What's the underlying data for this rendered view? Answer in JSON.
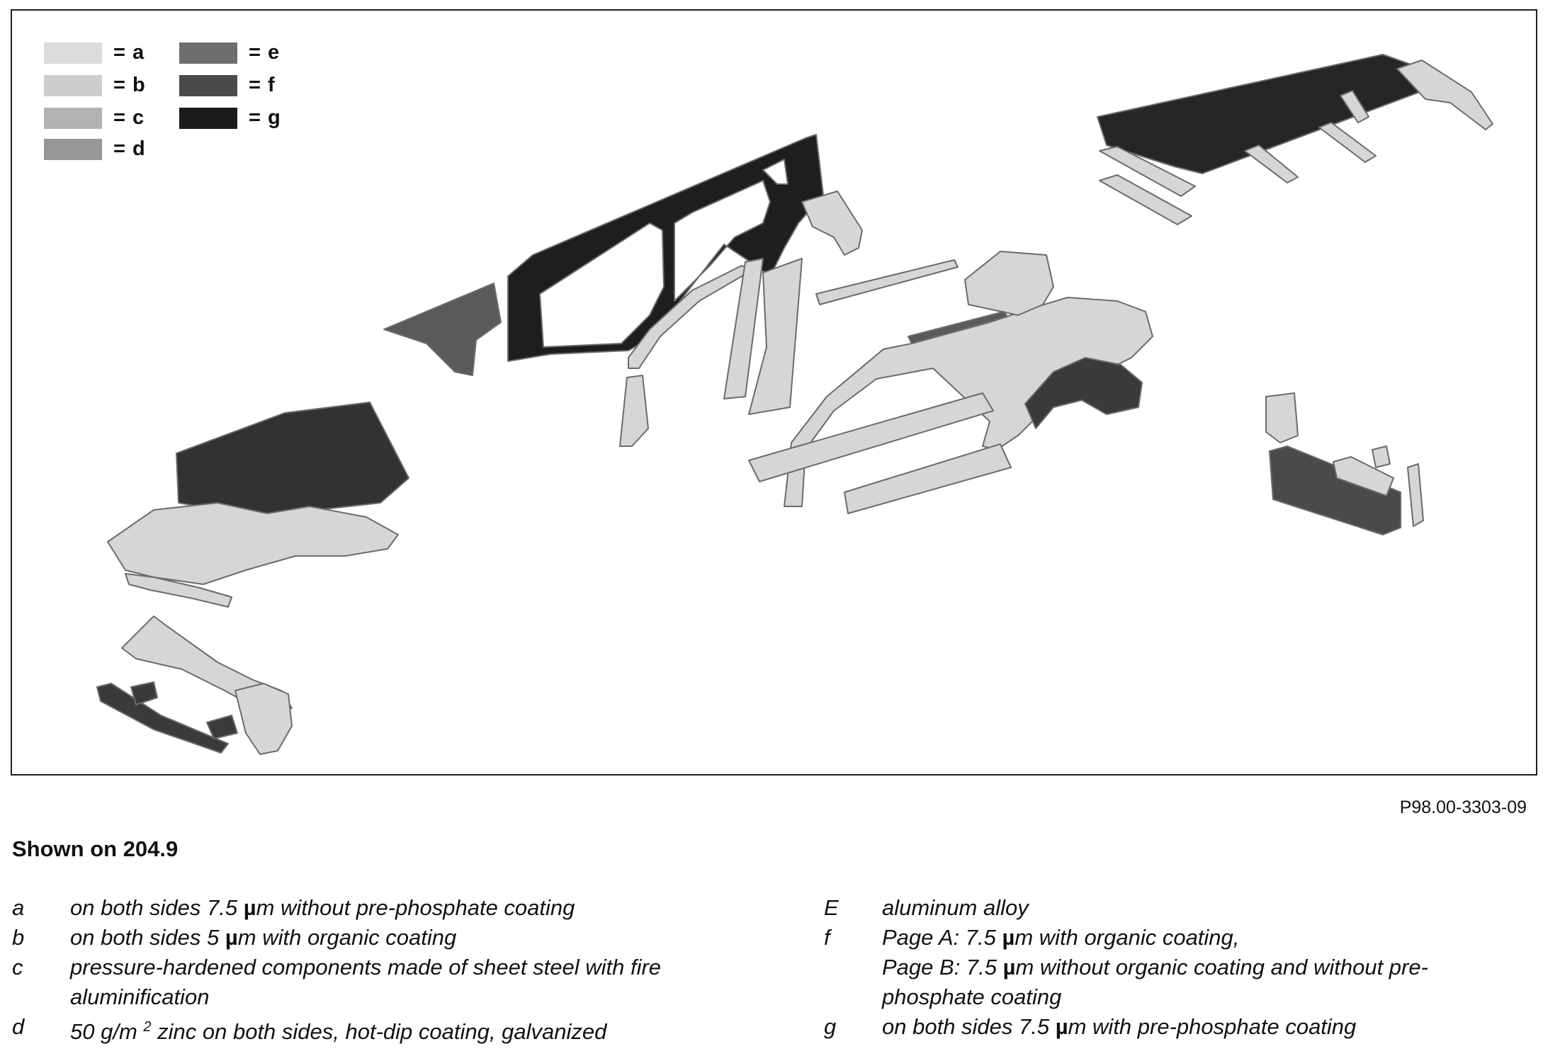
{
  "legend": [
    {
      "swatch": "#dcdcdc",
      "label": "= a"
    },
    {
      "swatch": "#cdcdcd",
      "label": "= b"
    },
    {
      "swatch": "#b3b3b3",
      "label": "= c"
    },
    {
      "swatch": "#989898",
      "label": "= d"
    },
    {
      "swatch": "#6e6e6e",
      "label": "= e"
    },
    {
      "swatch": "#4a4a4a",
      "label": "= f"
    },
    {
      "swatch": "#1c1c1c",
      "label": "= g"
    }
  ],
  "reference": "P98.00-3303-09",
  "caption": "Shown on 204.9",
  "keys_left": [
    {
      "key": "a",
      "line1_pre": "on both sides 7.5 ",
      "mu": "µ",
      "line1_post": "m without pre-phosphate coating"
    },
    {
      "key": "b",
      "line1_pre": "on both sides 5 ",
      "mu": "µ",
      "line1_post": "m with organic coating"
    },
    {
      "key": "c",
      "line1": "pressure-hardened components made of sheet steel with fire",
      "line2": "aluminification"
    },
    {
      "key": "d",
      "line1_pre": "50 g/m ",
      "sup": "2",
      "line1_post": " zinc on both sides, hot-dip coating, galvanized"
    }
  ],
  "keys_right": [
    {
      "key": "E",
      "line1": "aluminum alloy"
    },
    {
      "key": "f",
      "line1_pre": "Page A: 7.5 ",
      "mu": "µ",
      "line1_post": "m with organic coating,",
      "line2_pre": "Page B: 7.5 ",
      "line2_post": "m without organic coating and without pre-",
      "line3": "phosphate coating"
    },
    {
      "key": "g",
      "line1_pre": "on both sides 7.5 ",
      "mu": "µ",
      "line1_post": "m with pre-phosphate coating"
    }
  ],
  "colors": {
    "part_light": "#d6d6d6",
    "part_stroke": "#7a7a7a",
    "part_dark": "#2a2a2a",
    "part_mid": "#5a5a5a"
  }
}
